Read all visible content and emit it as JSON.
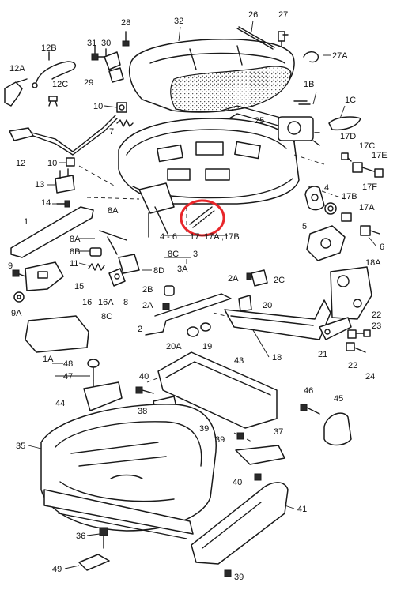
{
  "colors": {
    "line": "#1a1a1a",
    "highlight": "#e8262a",
    "background": "#ffffff"
  },
  "labels": {
    "l28": "28",
    "l32": "32",
    "l26": "26",
    "l27": "27",
    "l31": "31",
    "l30": "30",
    "l12B": "12B",
    "l12A": "12A",
    "l12C": "12C",
    "l29": "29",
    "l27A": "27A",
    "l1B": "1B",
    "l1C": "1C",
    "l10a": "10",
    "l7": "7",
    "l25": "25",
    "l12": "12",
    "l10b": "10",
    "l17D": "17D",
    "l17C": "17C",
    "l17E": "17E",
    "l13": "13",
    "l14": "14",
    "l4": "4",
    "l17B": "17B",
    "l17A": "17A",
    "l17F": "17F",
    "l8A1": "8A",
    "l1": "1",
    "l5": "5",
    "l6": "6",
    "l8A2": "8A",
    "l8B": "8B",
    "l11": "11",
    "l9": "9",
    "l15": "15",
    "l16": "16",
    "l16A": "16A",
    "l8": "8",
    "l8D": "8D",
    "l8C": "8C",
    "l9A": "9A",
    "l4to6": "4 - 6",
    "l17": "17",
    "l17A17B": "17A ,17B",
    "l8Cb": "8C",
    "l3": "3",
    "l3A": "3A",
    "l2B": "2B",
    "l2A1": "2A",
    "l2A2": "2A",
    "l2C": "2C",
    "l20": "20",
    "l18A": "18A",
    "l2": "2",
    "l20A": "20A",
    "l19": "19",
    "l18": "18",
    "l21": "21",
    "l22a": "22",
    "l23": "23",
    "l22b": "22",
    "l24": "24",
    "l1A": "1A",
    "l48": "48",
    "l47": "47",
    "l43": "43",
    "l44": "44",
    "l40a": "40",
    "l38": "38",
    "l39a": "39",
    "l46": "46",
    "l45": "45",
    "l35": "35",
    "l37": "37",
    "l39b": "39",
    "l40b": "40",
    "l41": "41",
    "l36": "36",
    "l49": "49",
    "l39c": "39"
  }
}
